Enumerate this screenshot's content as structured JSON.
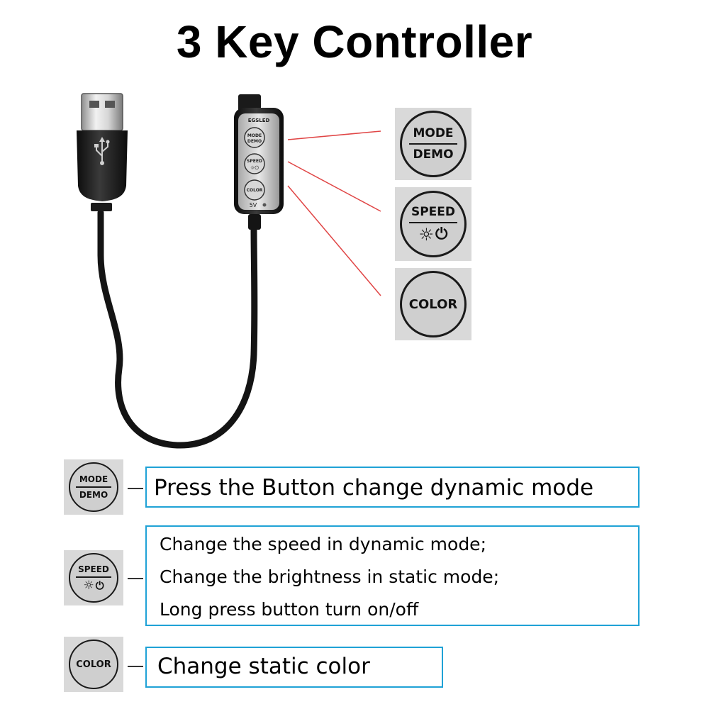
{
  "title": "3 Key Controller",
  "controller": {
    "brand_text": "EGSLED",
    "voltage_label": "5V",
    "buttons": [
      {
        "top": "MODE",
        "bottom": "DEMO"
      },
      {
        "top": "SPEED",
        "bottom": ""
      },
      {
        "top": "COLOR",
        "bottom": ""
      }
    ]
  },
  "keys": {
    "mode": {
      "top": "MODE",
      "bottom": "DEMO"
    },
    "speed": {
      "top": "SPEED"
    },
    "color": {
      "top": "COLOR"
    }
  },
  "descriptions": {
    "mode": "Press the Button change dynamic mode",
    "speed": [
      "Change the speed in dynamic mode;",
      "Change the brightness in static mode;",
      "Long press button turn on/off"
    ],
    "color": "Change static color"
  },
  "colors": {
    "pointer_line": "#e04545",
    "box_border": "#1fa2d6",
    "cable": "#141414"
  },
  "icons": [
    "usb-icon",
    "sun-icon",
    "power-icon"
  ]
}
